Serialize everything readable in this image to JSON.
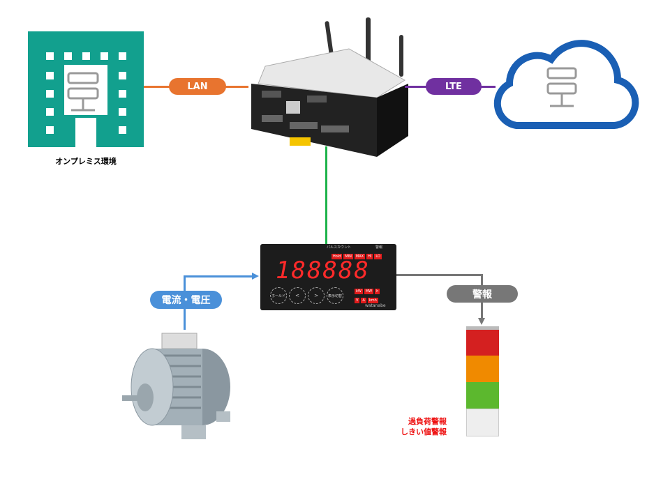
{
  "on_premise": {
    "label": "オンプレミス環境",
    "color": "#12a08e",
    "icon": "building-server-icon"
  },
  "lan": {
    "label": "LAN",
    "color": "#e8742f"
  },
  "lte": {
    "label": "LTE",
    "color": "#7030a0"
  },
  "cloud": {
    "icon": "cloud-server-icon",
    "color": "#1a5fb4"
  },
  "gateway": {
    "icon": "iot-gateway-device",
    "link_color": "#1db34a"
  },
  "meter": {
    "display": "188888",
    "header_label": "パルスカウント",
    "alarm_label": "警報",
    "top_tags": [
      "Hold",
      "MIN",
      "MAX",
      "HI",
      "LO"
    ],
    "unit_tags": [
      "kW",
      "MW",
      "h",
      "V",
      "A",
      "kmh"
    ],
    "buttons": [
      "ホールド",
      "<",
      ">",
      "表示切替"
    ],
    "brand": "watanabe"
  },
  "current_voltage": {
    "label": "電流・電圧",
    "color": "#4a90d9"
  },
  "alarm": {
    "label": "警報",
    "color": "#777777"
  },
  "motor": {
    "icon": "motor-icon"
  },
  "signal_tower": {
    "icon": "signal-tower-icon",
    "colors": [
      "#d42020",
      "#f08a00",
      "#5cb82e"
    ]
  },
  "alarm_notes": [
    "過負荷警報",
    "しきい値警報"
  ]
}
